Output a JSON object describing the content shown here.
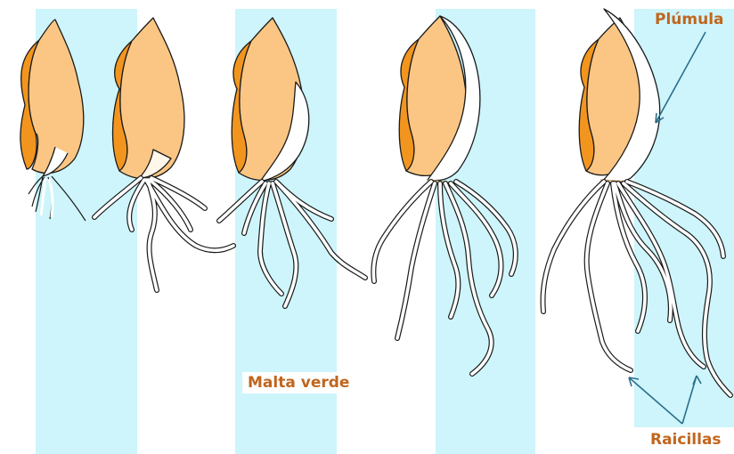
{
  "labels": {
    "plumula": "Plúmula",
    "malta_verde": "Malta verde",
    "raicillas": "Raicillas"
  },
  "colors": {
    "band": "#cdf5fb",
    "grain_light": "#fbc683",
    "grain_dark": "#f2951f",
    "outline": "#1a1a1a",
    "sprout": "#ffffff",
    "label": "#c0661f",
    "arrow": "#2b6f8c"
  },
  "stages": [
    {
      "name": "stage-1",
      "roots": "short"
    },
    {
      "name": "stage-2",
      "roots": "medium"
    },
    {
      "name": "stage-3",
      "roots": "medium"
    },
    {
      "name": "stage-4",
      "roots": "long"
    },
    {
      "name": "stage-5",
      "roots": "long"
    }
  ]
}
